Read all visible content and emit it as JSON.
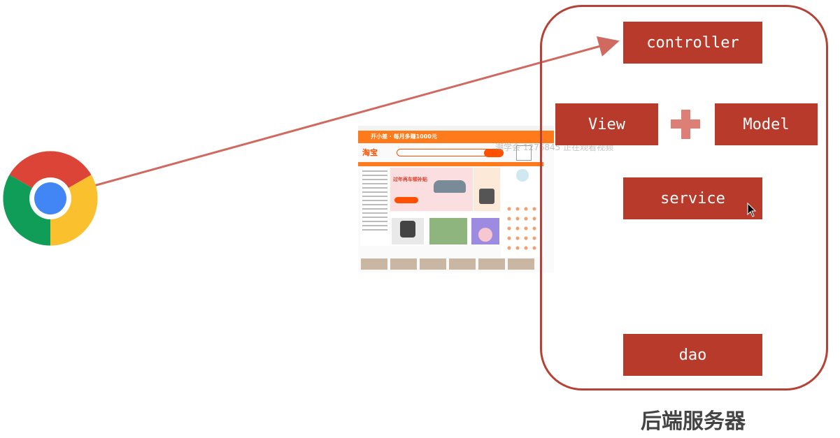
{
  "chrome": {
    "icon": "chrome-browser-icon"
  },
  "thumbnail": {
    "logo": "淘宝",
    "promo": "开小差 · 每月多赚1000元",
    "banner": "过年再车顿补贴",
    "watermark": "潮学会 1276845 正在观看视频"
  },
  "server": {
    "caption": "后端服务器",
    "controller": "controller",
    "view": "View",
    "model": "Model",
    "service": "service",
    "dao": "dao"
  },
  "colors": {
    "box": "#b83a2b",
    "border": "#b54236",
    "arrow": "#d06a60",
    "plus": "#dc8077"
  }
}
